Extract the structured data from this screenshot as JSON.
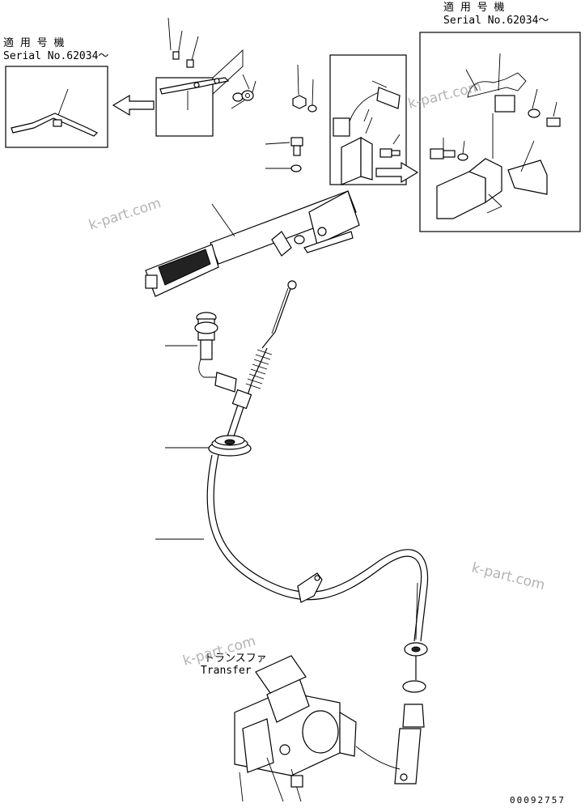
{
  "applicable_serial_left": {
    "jp": "適 用 号 機",
    "en": "Serial No.62034～"
  },
  "applicable_serial_right": {
    "jp": "適 用 号 機",
    "en": "Serial No.62034～"
  },
  "transfer_label": {
    "jp": "トランスファ",
    "en": "Transfer"
  },
  "watermarks": [
    "k-part.com",
    "k-part.com",
    "k-part.com",
    "k-part.com"
  ],
  "figure_number": "00092757",
  "colors": {
    "line": "#000000",
    "watermark": "#9a9a9a",
    "background": "#ffffff"
  }
}
